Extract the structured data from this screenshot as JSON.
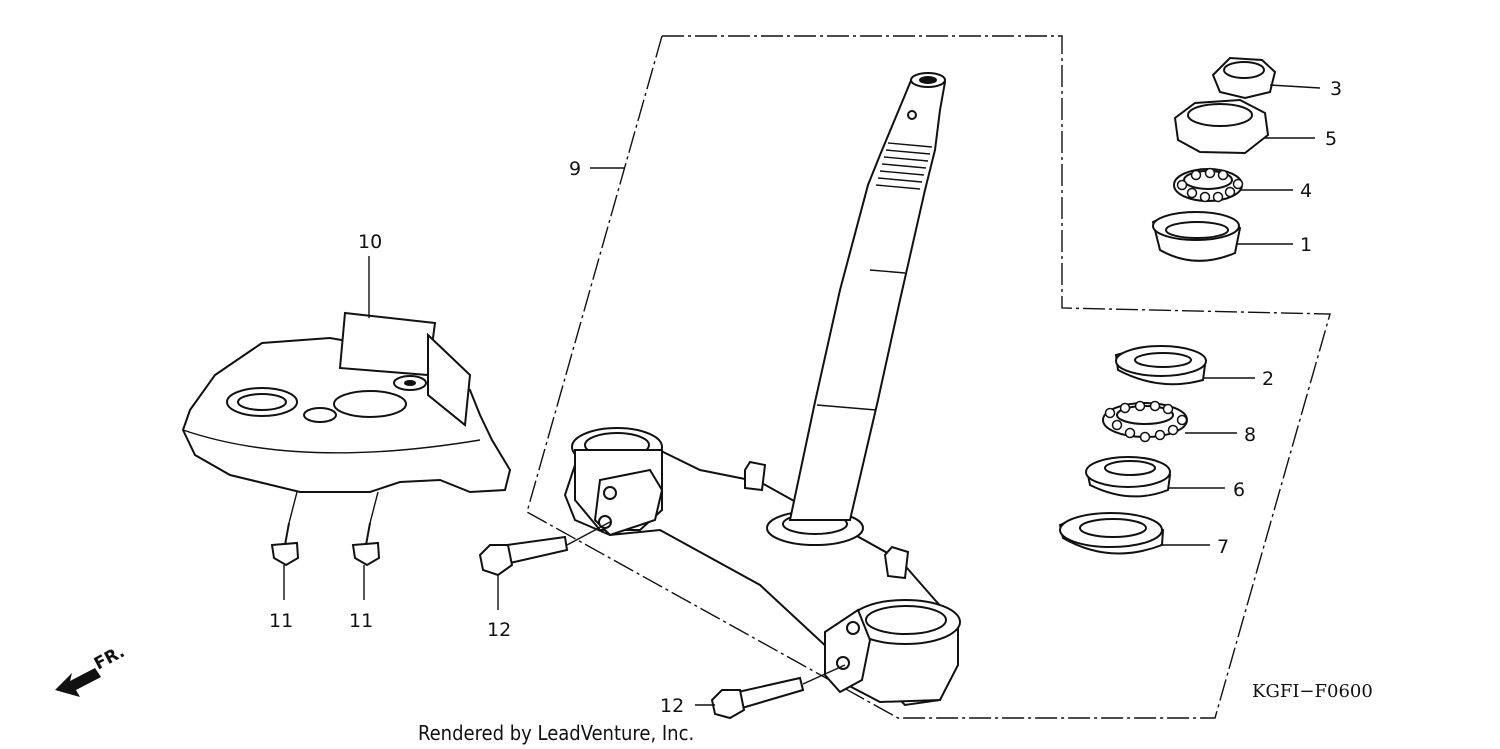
{
  "diagram": {
    "callouts": [
      {
        "id": "3",
        "label": "3"
      },
      {
        "id": "5",
        "label": "5"
      },
      {
        "id": "4",
        "label": "4"
      },
      {
        "id": "1",
        "label": "1"
      },
      {
        "id": "9",
        "label": "9"
      },
      {
        "id": "10",
        "label": "10"
      },
      {
        "id": "2",
        "label": "2"
      },
      {
        "id": "8",
        "label": "8"
      },
      {
        "id": "6",
        "label": "6"
      },
      {
        "id": "7",
        "label": "7"
      },
      {
        "id": "11a",
        "label": "11"
      },
      {
        "id": "11b",
        "label": "11"
      },
      {
        "id": "12a",
        "label": "12"
      },
      {
        "id": "12b",
        "label": "12"
      }
    ],
    "code": "KGFI−F0600",
    "direction": "FR.",
    "credit": "Rendered by LeadVenture, Inc."
  }
}
